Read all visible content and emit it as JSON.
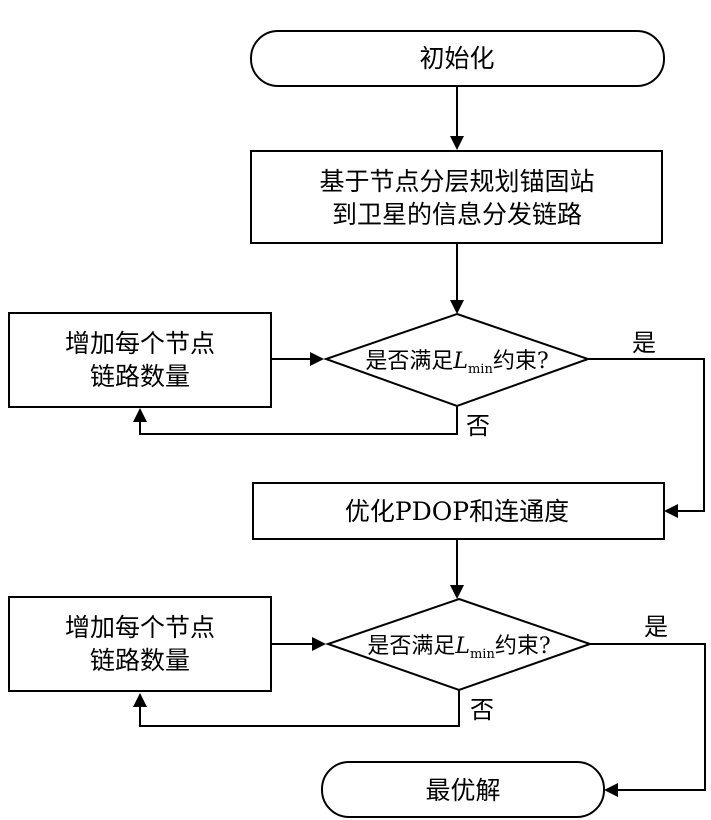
{
  "flowchart": {
    "start": "初始化",
    "step1_line1": "基于节点分层规划锚固站",
    "step1_line2": "到卫星的信息分发链路",
    "decision1": {
      "prefix": "是否满足",
      "var": "L",
      "sub": "min",
      "suffix": "约束?",
      "yes": "是",
      "no": "否"
    },
    "increase1_line1": "增加每个节点",
    "increase1_line2": "链路数量",
    "step2": "优化PDOP和连通度",
    "decision2": {
      "prefix": "是否满足",
      "var": "L",
      "sub": "min",
      "suffix": "约束?",
      "yes": "是",
      "no": "否"
    },
    "increase2_line1": "增加每个节点",
    "increase2_line2": "链路数量",
    "end": "最优解"
  }
}
